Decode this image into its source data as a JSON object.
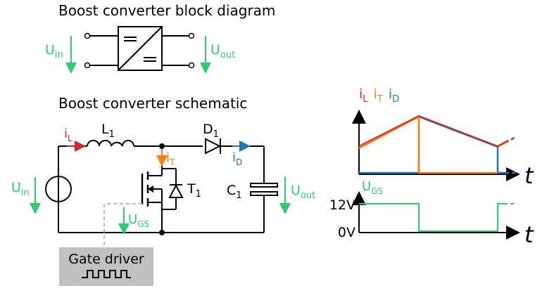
{
  "titles": {
    "block": "Boost converter block diagram",
    "schematic": "Boost converter schematic"
  },
  "labels": {
    "u_in": "U",
    "u_in_sub": "in",
    "u_out": "U",
    "u_out_sub": "out",
    "i_l": "i",
    "i_l_sub": "L",
    "i_t": "i",
    "i_t_sub": "T",
    "i_d": "i",
    "i_d_sub": "D",
    "l1": "L",
    "l1_sub": "1",
    "d1": "D",
    "d1_sub": "1",
    "t1": "T",
    "t1_sub": "1",
    "c1": "C",
    "c1_sub": "1",
    "u_gs": "U",
    "u_gs_sub": "GS",
    "gate_driver": "Gate driver"
  },
  "plots": {
    "current_legend": [
      {
        "text": "i",
        "sub": "L",
        "color": "#d62728"
      },
      {
        "text": "i",
        "sub": "T",
        "color": "#ff7f0e"
      },
      {
        "text": "i",
        "sub": "D",
        "color": "#1f77b4"
      }
    ],
    "time_axis": "t",
    "gate_title": "U",
    "gate_title_sub": "GS",
    "gate_levels": [
      "12V",
      "0V"
    ]
  },
  "colors": {
    "green": "#2ecc71",
    "red": "#d62728",
    "orange": "#ff7f0e",
    "blue": "#1f77b4",
    "gray_box": "#c0c0c0",
    "wire": "#000000"
  }
}
